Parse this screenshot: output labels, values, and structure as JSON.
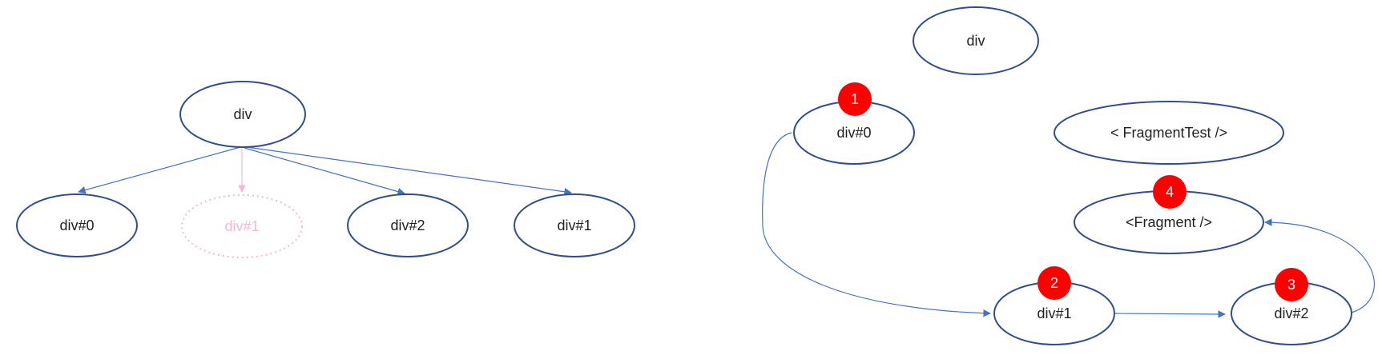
{
  "left_tree": {
    "root": "div",
    "children": [
      "div#0",
      "div#1",
      "div#2",
      "div#1"
    ]
  },
  "right_chain": {
    "root": "div",
    "component": "< FragmentTest />",
    "nodes": [
      "div#0",
      "div#1",
      "div#2",
      "<Fragment />"
    ],
    "badges": [
      "1",
      "2",
      "3",
      "4"
    ]
  },
  "colors": {
    "node_stroke": "#2f4e8c",
    "edge": "#4472c4",
    "ghost": "#f7b6d2",
    "badge": "#ff0000"
  }
}
